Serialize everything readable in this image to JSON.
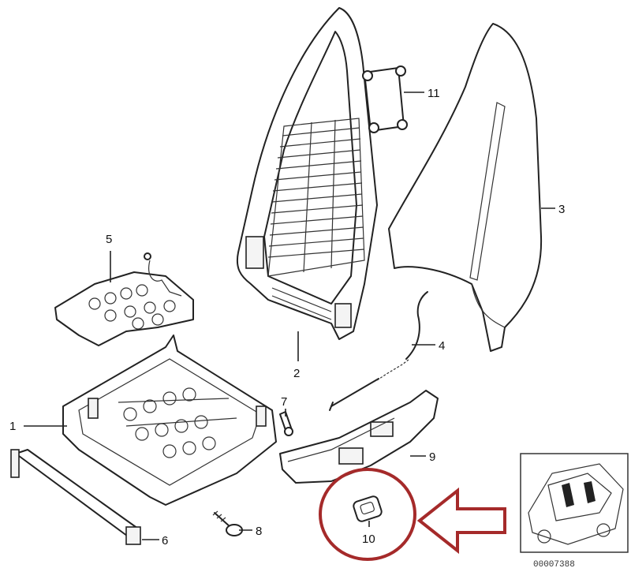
{
  "diagram": {
    "callouts": [
      {
        "id": "1",
        "part": "seat-base-frame"
      },
      {
        "id": "2",
        "part": "backrest-frame"
      },
      {
        "id": "3",
        "part": "backrest-rear-panel"
      },
      {
        "id": "4",
        "part": "recliner-spring-rod"
      },
      {
        "id": "5",
        "part": "seat-occupancy-sensor-mat"
      },
      {
        "id": "6",
        "part": "seat-rail-bar"
      },
      {
        "id": "7",
        "part": "screw"
      },
      {
        "id": "8",
        "part": "push-rivet"
      },
      {
        "id": "9",
        "part": "side-trim-panel"
      },
      {
        "id": "10",
        "part": "adjustment-knob"
      },
      {
        "id": "11",
        "part": "headrest-guide"
      }
    ],
    "catalog_number": "00007388",
    "colors": {
      "line": "#222222",
      "highlight": "#a52a2a",
      "background": "#ffffff"
    },
    "icons": [
      "highlight-circle",
      "pointer-arrow",
      "car-thumbnail"
    ]
  }
}
